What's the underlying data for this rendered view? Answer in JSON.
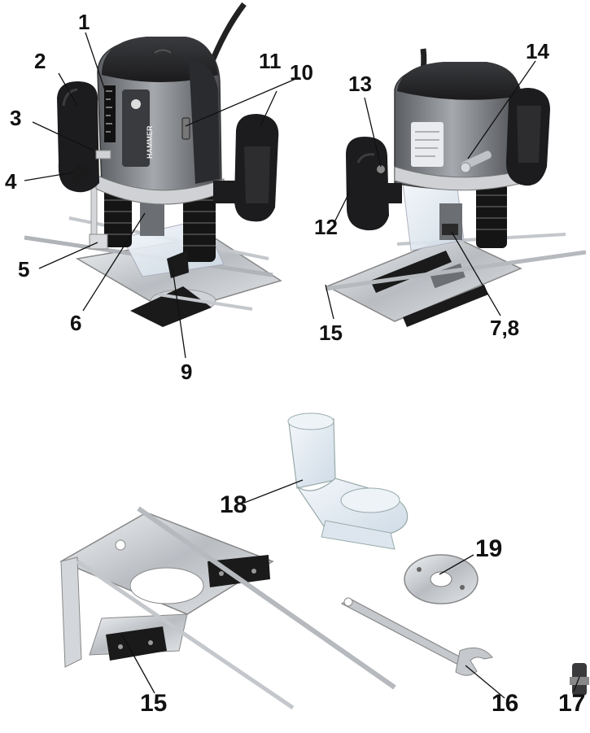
{
  "brand_text": "HAMMER",
  "callouts": [
    {
      "id": "1",
      "label": "1"
    },
    {
      "id": "2",
      "label": "2"
    },
    {
      "id": "3",
      "label": "3"
    },
    {
      "id": "4",
      "label": "4"
    },
    {
      "id": "5",
      "label": "5"
    },
    {
      "id": "6",
      "label": "6"
    },
    {
      "id": "7-8",
      "label": "7,8"
    },
    {
      "id": "9",
      "label": "9"
    },
    {
      "id": "10",
      "label": "10"
    },
    {
      "id": "11",
      "label": "11"
    },
    {
      "id": "12",
      "label": "12"
    },
    {
      "id": "13",
      "label": "13"
    },
    {
      "id": "14",
      "label": "14"
    },
    {
      "id": "15a",
      "label": "15"
    },
    {
      "id": "15b",
      "label": "15"
    },
    {
      "id": "16",
      "label": "16"
    },
    {
      "id": "17",
      "label": "17"
    },
    {
      "id": "18",
      "label": "18"
    },
    {
      "id": "19",
      "label": "19"
    }
  ],
  "colors": {
    "housing": "#8a8d91",
    "housing_dark": "#2b2b2d",
    "handle": "#1c1c1e",
    "metal": "#c9ccd0",
    "clear_plastic": "#e6eef5"
  }
}
